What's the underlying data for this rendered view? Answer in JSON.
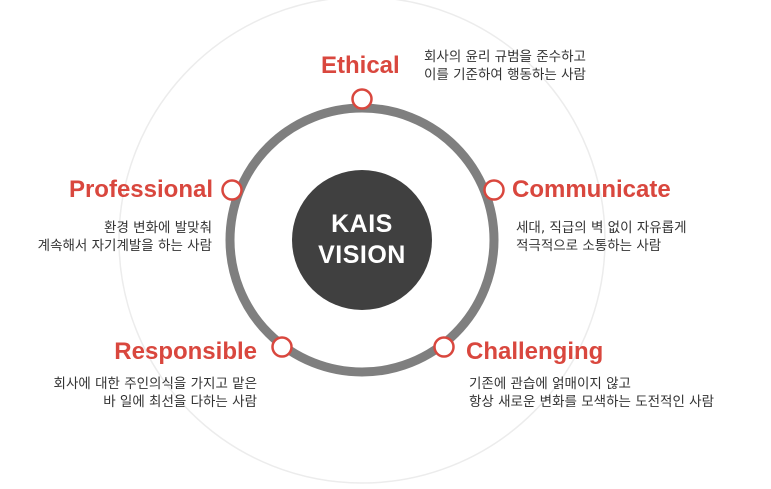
{
  "center": {
    "line1": "KAIS",
    "line2": "VISION"
  },
  "values": [
    {
      "label": "Ethical",
      "desc": [
        "회사의 윤리 규범을 준수하고",
        "이를 기준하여 행동하는 사람"
      ]
    },
    {
      "label": "Communicate",
      "desc": [
        "세대, 직급의 벽 없이 자유롭게",
        "적극적으로 소통하는 사람"
      ]
    },
    {
      "label": "Challenging",
      "desc": [
        "기존에 관습에 얽매이지 않고",
        "항상 새로운 변화를 모색하는 도전적인 사람"
      ]
    },
    {
      "label": "Responsible",
      "desc": [
        "회사에 대한 주인의식을 가지고 맡은",
        "바 일에 최선을 다하는 사람"
      ]
    },
    {
      "label": "Professional",
      "desc": [
        "환경 변화에 발맞춰",
        "계속해서 자기계발을 하는 사람"
      ]
    }
  ],
  "colors": {
    "accent": "#d9473e",
    "ring": "#7f7f7f",
    "center": "#404040",
    "outer": "#ececec"
  }
}
